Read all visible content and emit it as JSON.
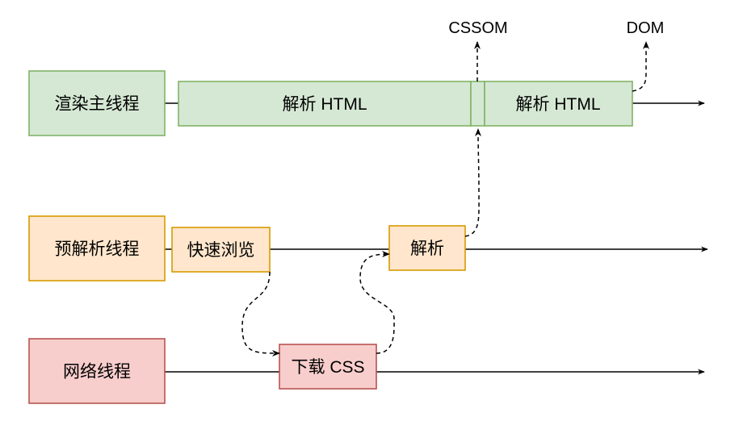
{
  "threads": {
    "render": "渲染主线程",
    "preparse": "预解析线程",
    "network": "网络线程"
  },
  "tasks": {
    "parse_html_1": "解析 HTML",
    "parse_html_2": "解析 HTML",
    "quick_browse": "快速浏览",
    "parse": "解析",
    "download_css": "下载 CSS"
  },
  "outputs": {
    "cssom": "CSSOM",
    "dom": "DOM"
  },
  "colors": {
    "green_fill": "#d5e8d4",
    "green_stroke": "#82b366",
    "orange_fill": "#ffe6cc",
    "orange_stroke": "#d79b00",
    "red_fill": "#f8cecc",
    "red_stroke": "#b85450",
    "line": "#000000"
  }
}
